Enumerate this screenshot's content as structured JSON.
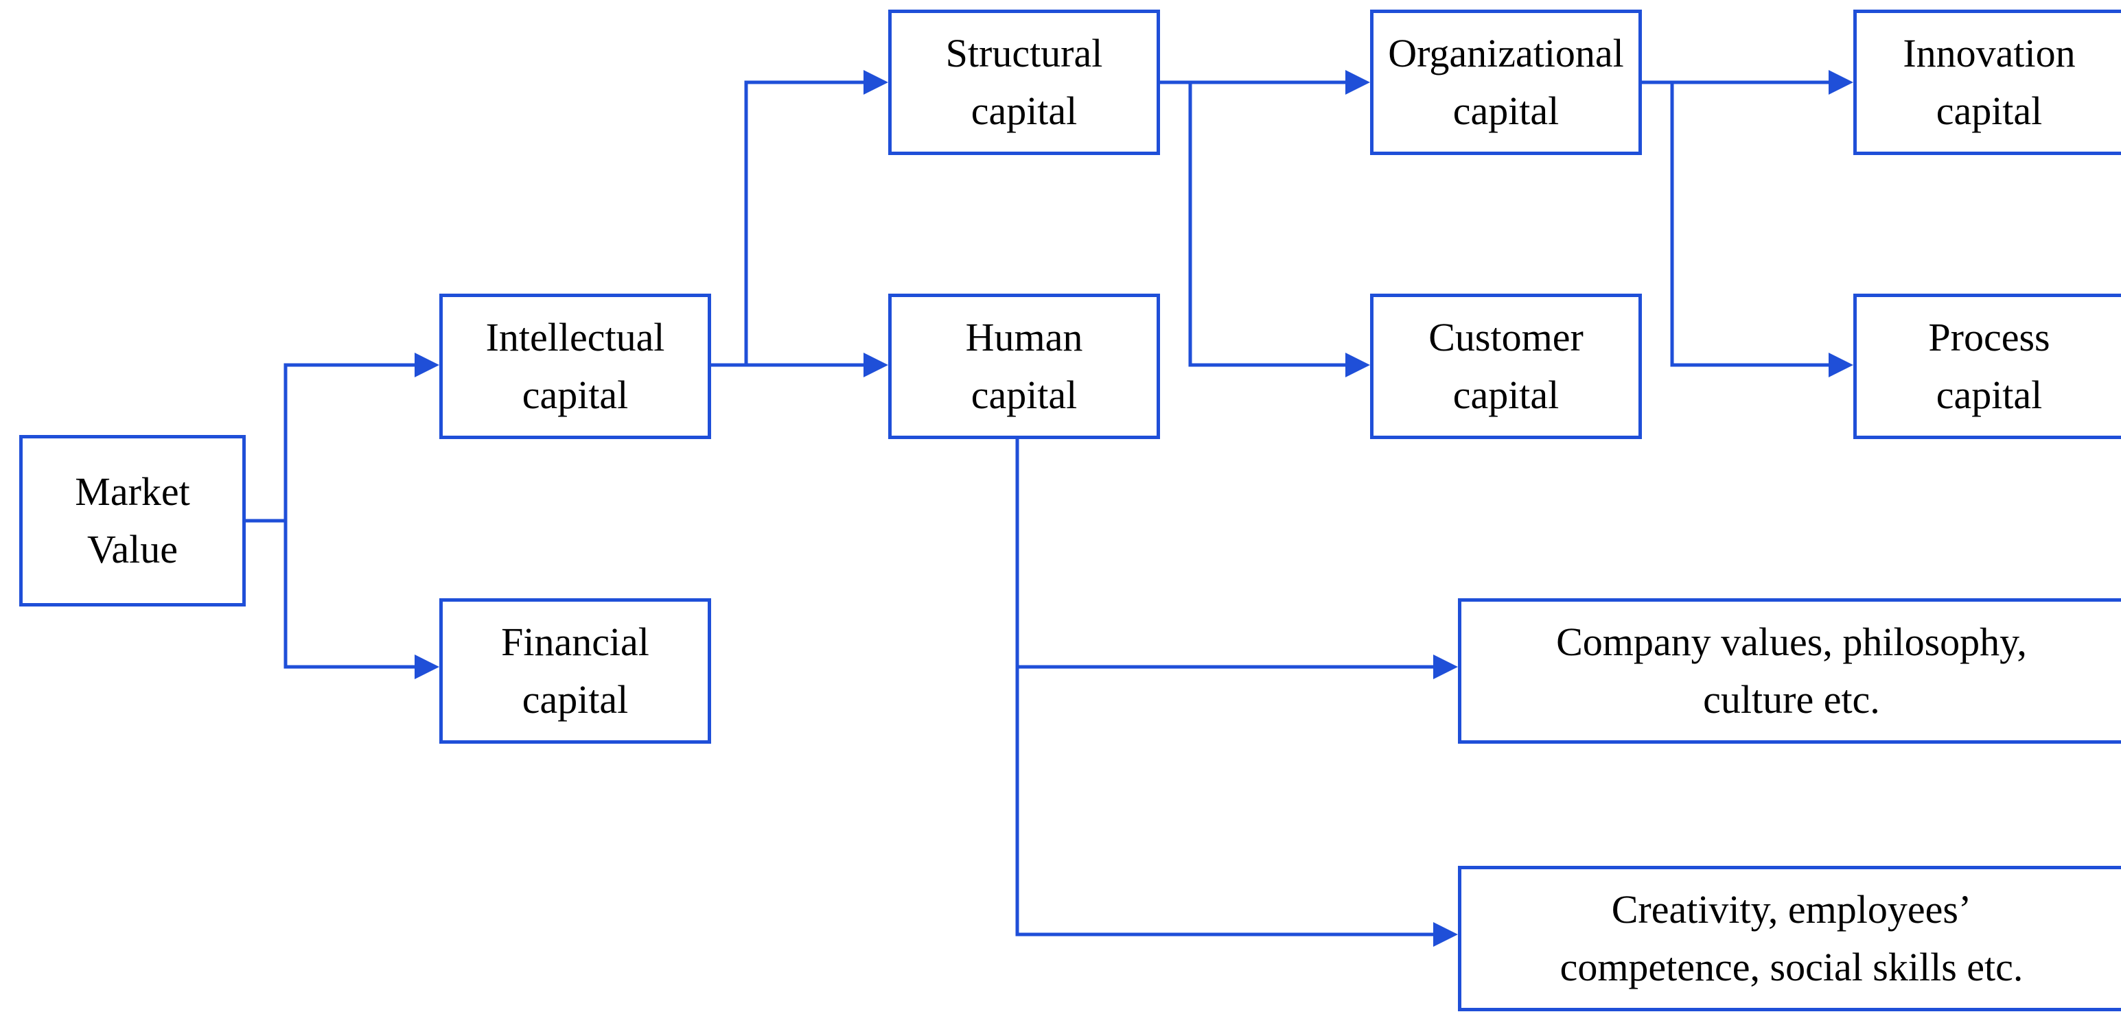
{
  "colors": {
    "accent": "#1f4fd8",
    "text": "#000000",
    "background": "#ffffff"
  },
  "nodes": {
    "market_value": "Market\nValue",
    "intellectual_capital": "Intellectual\ncapital",
    "financial_capital": "Financial\ncapital",
    "structural_capital": "Structural\ncapital",
    "human_capital": "Human\ncapital",
    "organizational_capital": "Organizational\ncapital",
    "customer_capital": "Customer\ncapital",
    "innovation_capital": "Innovation\ncapital",
    "process_capital": "Process\ncapital",
    "company_values": "Company values, philosophy,\nculture etc.",
    "creativity": "Creativity, employees’\ncompetence, social skills etc."
  },
  "edges": [
    {
      "from": "market_value",
      "to": "intellectual_capital"
    },
    {
      "from": "market_value",
      "to": "financial_capital"
    },
    {
      "from": "intellectual_capital",
      "to": "structural_capital"
    },
    {
      "from": "intellectual_capital",
      "to": "human_capital"
    },
    {
      "from": "structural_capital",
      "to": "organizational_capital"
    },
    {
      "from": "structural_capital",
      "to": "customer_capital"
    },
    {
      "from": "organizational_capital",
      "to": "innovation_capital"
    },
    {
      "from": "organizational_capital",
      "to": "process_capital"
    },
    {
      "from": "human_capital",
      "to": "company_values"
    },
    {
      "from": "human_capital",
      "to": "creativity"
    }
  ]
}
